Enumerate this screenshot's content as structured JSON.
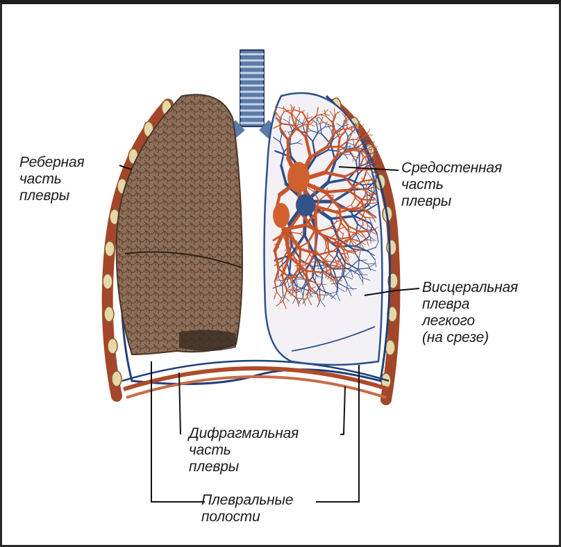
{
  "labels": {
    "costal": {
      "lines": [
        "Реберная",
        "часть",
        "плевры"
      ]
    },
    "mediastinal": {
      "lines": [
        "Средостенная",
        "часть",
        "плевры"
      ]
    },
    "visceral": {
      "lines": [
        "Висцеральная",
        "плевра",
        "легкого",
        "(на срезе)"
      ]
    },
    "diaphragmatic": {
      "lines": [
        "Дифрагмальная",
        "часть",
        "плевры"
      ]
    },
    "cavities": {
      "lines": [
        "Плевральные",
        "полости"
      ]
    }
  },
  "colors": {
    "background": "#ffffff",
    "frame": "#2a2a2a",
    "lung_surface": "#8a6a55",
    "lung_cut_fill": "#f4f1f6",
    "artery": "#c8552a",
    "vein_bronchi": "#2c4f8c",
    "pleura_line": "#1f3f7a",
    "rib_band": "#a3462a",
    "rib_nodule": "#e6d6a8",
    "trachea": "#4f6f9e",
    "leader_line": "#111111"
  }
}
